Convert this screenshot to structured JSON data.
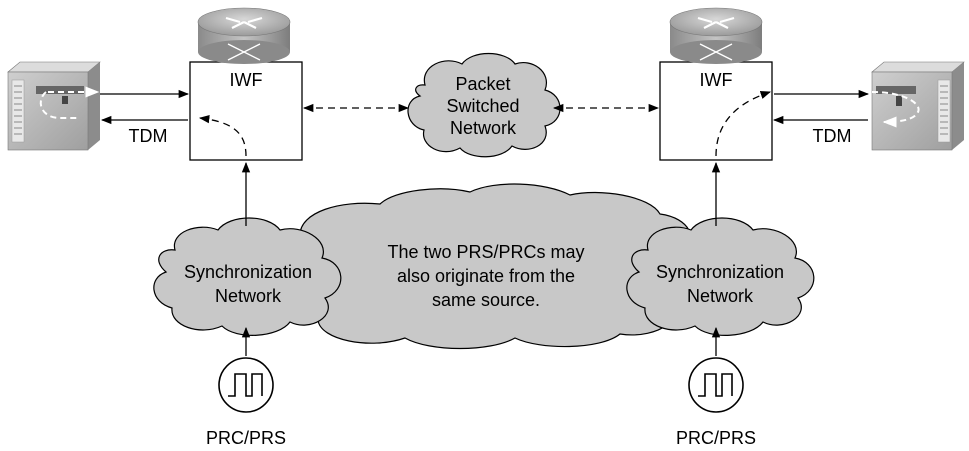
{
  "left_iwf": {
    "label": "IWF",
    "tdm_label": "TDM"
  },
  "right_iwf": {
    "label": "IWF",
    "tdm_label": "TDM"
  },
  "packet_network": {
    "line1": "Packet",
    "line2": "Switched",
    "line3": "Network"
  },
  "left_sync": {
    "line1": "Synchronization",
    "line2": "Network"
  },
  "right_sync": {
    "line1": "Synchronization",
    "line2": "Network"
  },
  "shared_note": {
    "line1": "The two PRS/PRCs may",
    "line2": "also originate from the",
    "line3": "same source."
  },
  "left_clock": {
    "label": "PRC/PRS",
    "icon": "square-wave-clock-icon"
  },
  "right_clock": {
    "label": "PRC/PRS",
    "icon": "square-wave-clock-icon"
  },
  "icons": {
    "router": "router-icon",
    "tdm_equipment": "tdm-equipment-icon"
  },
  "colors": {
    "cloud_fill": "#c8c8c8",
    "router_fill": "#a9a9a9",
    "equipment_fill": "#b5b5b5",
    "line": "#000000"
  }
}
